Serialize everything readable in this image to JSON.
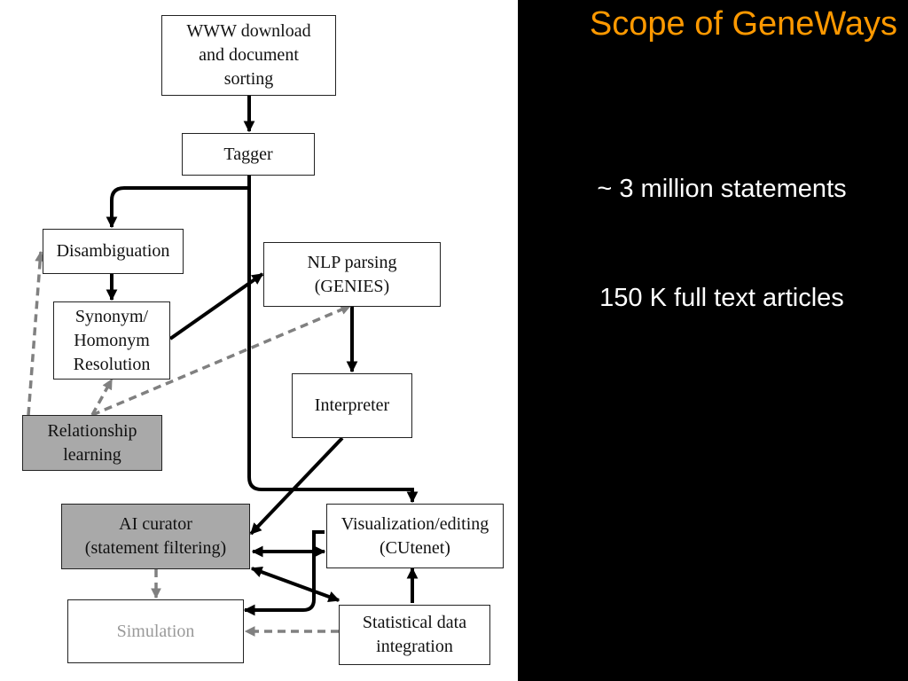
{
  "slide": {
    "title": "Scope of GeneWays",
    "bullets": [
      "~ 3 million statements",
      "150 K full text articles"
    ]
  },
  "colors": {
    "title": "#ff9900",
    "background": "#000000",
    "panel": "#ffffff",
    "shaded_node": "#a9a9a9",
    "solid_edge": "#000000",
    "dashed_edge": "#808080",
    "faded_text": "#9a9a9a"
  },
  "diagram": {
    "nodes": {
      "www": "WWW download\nand document\nsorting",
      "tagger": "Tagger",
      "disambiguation": "Disambiguation",
      "synonym": "Synonym/\nHomonym\nResolution",
      "nlp": "NLP parsing\n(GENIES)",
      "relationship": "Relationship\nlearning",
      "interpreter": "Interpreter",
      "ai_curator": "AI curator\n(statement filtering)",
      "visualization": "Visualization/editing\n(CUtenet)",
      "simulation": "Simulation",
      "statistical": "Statistical data\nintegration"
    },
    "edges": [
      {
        "from": "www",
        "to": "tagger",
        "style": "solid"
      },
      {
        "from": "tagger",
        "to": "disambiguation",
        "style": "solid"
      },
      {
        "from": "tagger",
        "to": "visualization",
        "style": "solid"
      },
      {
        "from": "disambiguation",
        "to": "synonym",
        "style": "solid"
      },
      {
        "from": "synonym",
        "to": "nlp",
        "style": "solid"
      },
      {
        "from": "nlp",
        "to": "interpreter",
        "style": "solid"
      },
      {
        "from": "interpreter",
        "to": "ai_curator",
        "style": "solid"
      },
      {
        "from": "ai_curator",
        "to": "visualization",
        "style": "solid",
        "bidirectional": true
      },
      {
        "from": "ai_curator",
        "to": "statistical",
        "style": "solid",
        "bidirectional": true
      },
      {
        "from": "statistical",
        "to": "visualization",
        "style": "solid"
      },
      {
        "from": "visualization",
        "to": "simulation",
        "style": "solid"
      },
      {
        "from": "relationship",
        "to": "disambiguation",
        "style": "dashed"
      },
      {
        "from": "relationship",
        "to": "synonym",
        "style": "dashed"
      },
      {
        "from": "relationship",
        "to": "nlp",
        "style": "dashed"
      },
      {
        "from": "ai_curator",
        "to": "simulation",
        "style": "dashed"
      },
      {
        "from": "statistical",
        "to": "simulation",
        "style": "dashed"
      }
    ]
  }
}
